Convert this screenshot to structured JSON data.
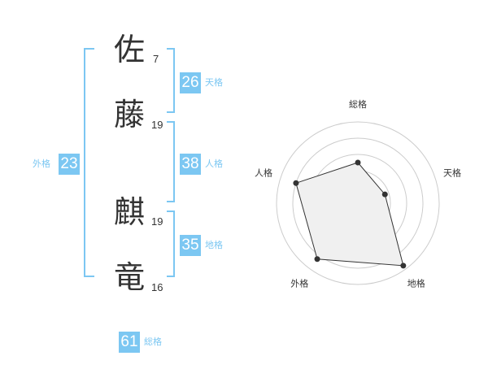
{
  "name": {
    "chars": [
      {
        "char": "佐",
        "strokes": "7"
      },
      {
        "char": "藤",
        "strokes": "19"
      },
      {
        "char": "麒",
        "strokes": "19"
      },
      {
        "char": "竜",
        "strokes": "16"
      }
    ]
  },
  "fortunes": {
    "tenkaku": {
      "label": "天格",
      "value": "26"
    },
    "jinkaku": {
      "label": "人格",
      "value": "38"
    },
    "chikaku": {
      "label": "地格",
      "value": "35"
    },
    "gaikaku": {
      "label": "外格",
      "value": "23"
    },
    "soukaku": {
      "label": "総格",
      "value": "61"
    }
  },
  "colors": {
    "accent": "#7cc7f2",
    "text": "#333333",
    "grid": "#cccccc"
  },
  "chart_data": {
    "type": "radar",
    "axes": [
      "総格",
      "天格",
      "地格",
      "外格",
      "人格"
    ],
    "values": [
      0.5,
      0.35,
      0.95,
      0.85,
      0.8
    ],
    "max": 1
  }
}
